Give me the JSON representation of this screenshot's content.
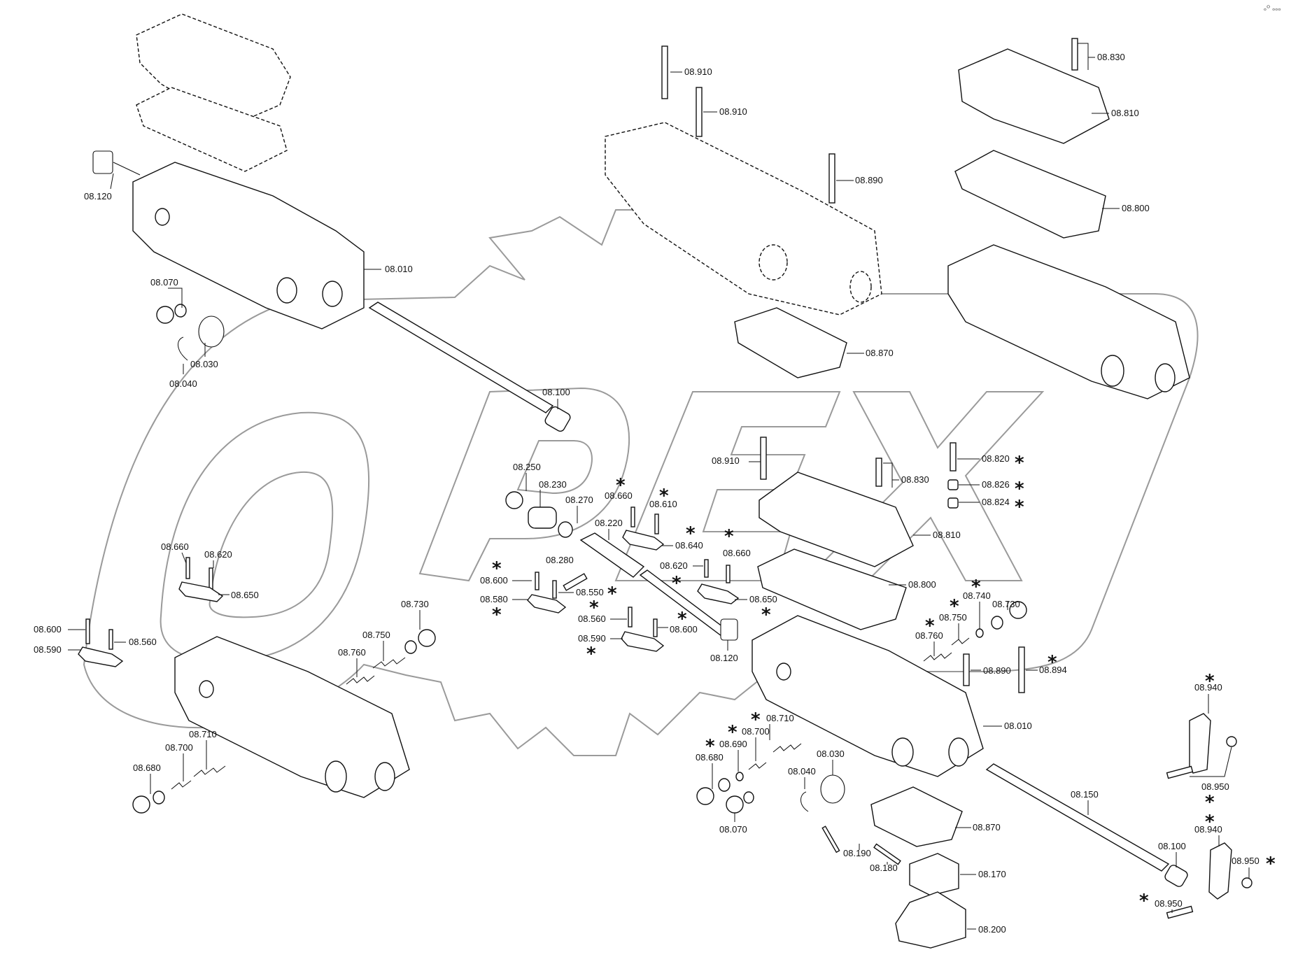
{
  "watermark": {
    "text": "OPEX"
  },
  "corner_mark": "ₒᴼ ₒₒₒ",
  "labels": {
    "l_08120_a": "08.120",
    "l_08010_a": "08.010",
    "l_08070_a": "08.070",
    "l_08030_a": "08.030",
    "l_08040_a": "08.040",
    "l_08100_a": "08.100",
    "l_08910_a": "08.910",
    "l_08910_b": "08.910",
    "l_08890_a": "08.890",
    "l_08870_a": "08.870",
    "l_08830_a": "08.830",
    "l_08810_a": "08.810",
    "l_08800_a": "08.800",
    "l_08250": "08.250",
    "l_08230": "08.230",
    "l_08270": "08.270",
    "l_08220": "08.220",
    "l_08280": "08.280",
    "l_08660_a": "08.660",
    "l_08610": "08.610",
    "l_08640": "08.640",
    "l_08600_a": "08.600",
    "l_08580": "08.580",
    "l_08550": "08.550",
    "l_08560_a": "08.560",
    "l_08590_a": "08.590",
    "l_08600_b": "08.600",
    "l_08660_b": "08.660",
    "l_08620_a": "08.620",
    "l_08650_a": "08.650",
    "l_08600_c": "08.600",
    "l_08590_b": "08.590",
    "l_08560_b": "08.560",
    "l_08730_a": "08.730",
    "l_08750_a": "08.750",
    "l_08760_a": "08.760",
    "l_08710_a": "08.710",
    "l_08700_a": "08.700",
    "l_08680_a": "08.680",
    "l_08910_c": "08.910",
    "l_08830_b": "08.830",
    "l_08810_b": "08.810",
    "l_08820": "08.820",
    "l_08826": "08.826",
    "l_08824": "08.824",
    "l_08660_c": "08.660",
    "l_08620_b": "08.620",
    "l_08650_b": "08.650",
    "l_08800_b": "08.800",
    "l_08730_b": "08.730",
    "l_08740": "08.740",
    "l_08750_b": "08.750",
    "l_08760_b": "08.760",
    "l_08120_b": "08.120",
    "l_08890_b": "08.890",
    "l_08894": "08.894",
    "l_08010_b": "08.010",
    "l_08710_b": "08.710",
    "l_08700_b": "08.700",
    "l_08690": "08.690",
    "l_08680_b": "08.680",
    "l_08030_b": "08.030",
    "l_08040_b": "08.040",
    "l_08070_b": "08.070",
    "l_08870_b": "08.870",
    "l_08150": "08.150",
    "l_08190": "08.190",
    "l_08180": "08.180",
    "l_08170": "08.170",
    "l_08200": "08.200",
    "l_08940_a": "08.940",
    "l_08950_a": "08.950",
    "l_08940_b": "08.940",
    "l_08100_b": "08.100",
    "l_08950_b": "08.950",
    "l_08950_c": "08.950"
  },
  "asterisk": "*"
}
